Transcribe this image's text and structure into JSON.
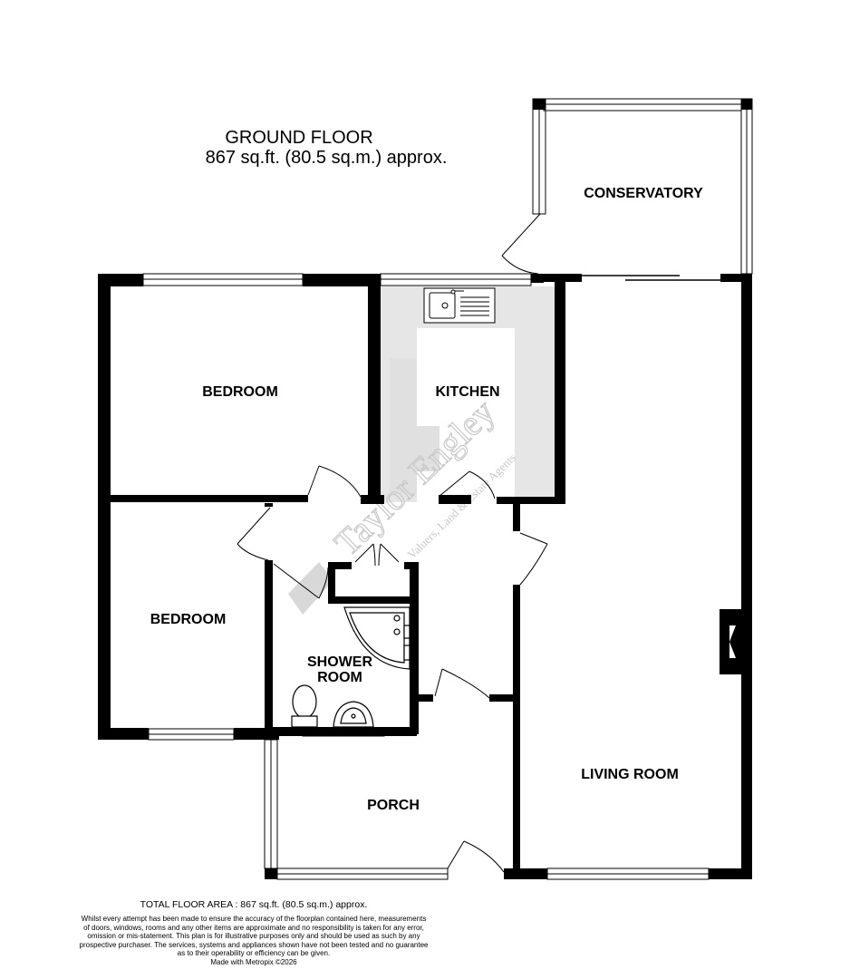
{
  "header": {
    "floor_name": "GROUND FLOOR",
    "floor_area": "867 sq.ft. (80.5 sq.m.) approx."
  },
  "rooms": {
    "conservatory": "CONSERVATORY",
    "bedroom_1": "BEDROOM",
    "kitchen": "KITCHEN",
    "bedroom_2": "BEDROOM",
    "shower_room_line1": "SHOWER",
    "shower_room_line2": "ROOM",
    "living_room": "LIVING ROOM",
    "porch": "PORCH"
  },
  "watermark": {
    "brand": "Taylor Engley",
    "tagline": "Valuers, Land & Estate Agents",
    "logo_text": "Taylor Engley"
  },
  "footer": {
    "total_area": "TOTAL FLOOR AREA : 867 sq.ft. (80.5 sq.m.) approx.",
    "disclaimer_lines": [
      "Whilst every attempt has been made to ensure the accuracy of the floorplan contained here, measurements",
      "of doors, windows, rooms and any other items are approximate and no responsibility is taken for any error,",
      "omission or mis-statement. This plan is for illustrative purposes only and should be used as such by any",
      "prospective purchaser. The services, systems and appliances shown have not been tested and no guarantee",
      "as to their operability or efficiency can be given."
    ],
    "made_with": "Made with Metropix ©2026"
  },
  "colors": {
    "wall": "#000000",
    "background": "#ffffff",
    "kitchen_floor": "#e8e8e8",
    "watermark": "#d4d4d4"
  }
}
